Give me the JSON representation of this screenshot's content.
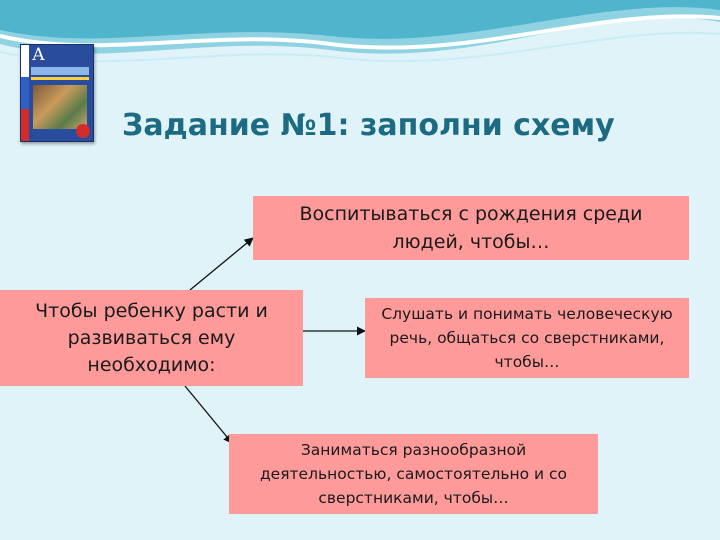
{
  "title": "Задание №1: заполни схему",
  "book_cover_letter": "А",
  "diagram": {
    "source": "Чтобы ребенку расти и развиваться ему необходимо:",
    "targets": [
      "Воспитываться с рождения среди людей, чтобы…",
      "Слушать и понимать человеческую речь, общаться со сверстниками, чтобы…",
      "Заниматься разнообразной деятельностью, самостоятельно и со сверстниками, чтобы…"
    ]
  },
  "colors": {
    "background": "#dff3f8",
    "box_fill": "#ff9a9a",
    "title": "#1d6b82",
    "arrow": "#111111"
  },
  "icons": [
    "book-cover-icon",
    "decorative-waves"
  ]
}
